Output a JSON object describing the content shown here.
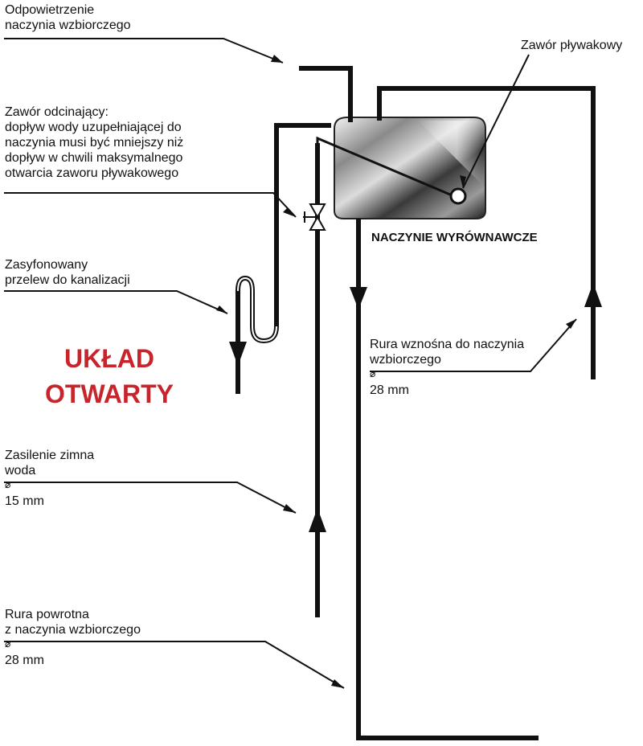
{
  "title": [
    "UKŁAD",
    "OTWARTY"
  ],
  "vessel_name": "NACZYNIE WYRÓWNAWCZE",
  "labels": {
    "vent": [
      "Odpowietrzenie",
      "naczynia wzbiorczego"
    ],
    "float_valve": "Zawór pływakowy",
    "shutoff_valve": [
      "Zawór odcinający:",
      "dopływ wody uzupełniającej do",
      "naczynia musi być mniejszy niż",
      "dopływ w chwili maksymalnego",
      "otwarcia zaworu pływakowego"
    ],
    "overflow": [
      "Zasyfonowany",
      "przelew do kanalizacji"
    ],
    "riser": {
      "line1": "Rura wznośna do naczynia",
      "line2_prefix": "wzbiorczego",
      "line2_value": "28 mm"
    },
    "cold_supply": {
      "line1": "Zasilenie zimna",
      "line2_prefix": "woda",
      "line2_value": "15 mm"
    },
    "return_pipe": {
      "line1": "Rura powrotna",
      "line2_prefix": "z naczynia wzbiorczego",
      "line2_value": "28 mm"
    },
    "diameter_symbol": "⌀"
  },
  "colors": {
    "title": "#c8242b",
    "pipe": "#111111",
    "vessel_light": "#e8e8e8",
    "vessel_dark": "#2a2a2a"
  }
}
